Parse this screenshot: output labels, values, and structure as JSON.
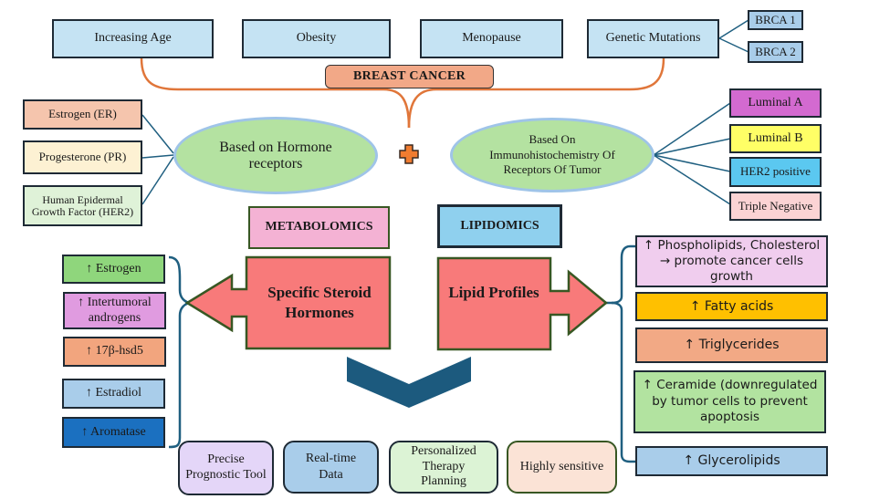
{
  "title": "BREAST CANCER",
  "risk_factors": [
    {
      "label": "Increasing Age"
    },
    {
      "label": "Obesity"
    },
    {
      "label": "Menopause"
    },
    {
      "label": "Genetic Mutations"
    }
  ],
  "genetic_mutations": [
    "BRCA 1",
    "BRCA 2"
  ],
  "classification_left": {
    "label": "Based on Hormone receptors",
    "receptors": [
      {
        "label": "Estrogen (ER)",
        "color": "#f5c5ad"
      },
      {
        "label": "Progesterone (PR)",
        "color": "#fdf1d3"
      },
      {
        "label": "Human Epidermal Growth Factor (HER2)",
        "color": "#dff2d8"
      }
    ]
  },
  "classification_right": {
    "label": "Based On Immunohistochemistry Of Receptors Of Tumor",
    "subtypes": [
      {
        "label": "Luminal A",
        "color": "#d36ad0"
      },
      {
        "label": "Luminal B",
        "color": "#ffff66"
      },
      {
        "label": "HER2 positive",
        "color": "#5bc8f0"
      },
      {
        "label": "Triple Negative",
        "color": "#fbd3d4"
      }
    ]
  },
  "plus_symbol": "plus-icon",
  "metabolomics": {
    "label": "METABOLOMICS",
    "color": "#f4b2d4",
    "arrow_label": "Specific Steroid Hormones",
    "items": [
      {
        "label": "↑ Estrogen",
        "color": "#8fd67c"
      },
      {
        "label": "↑ Intertumoral androgens",
        "color": "#e09be0"
      },
      {
        "label": "↑ 17β-hsd5",
        "color": "#f2a57e"
      },
      {
        "label": "↑ Estradiol",
        "color": "#a9cdea"
      },
      {
        "label": "↑ Aromatase",
        "color": "#1b70c0"
      }
    ]
  },
  "lipidomics": {
    "label": "LIPIDOMICS",
    "color": "#8fd0ee",
    "arrow_label": "Lipid Profiles",
    "items": [
      {
        "label": "↑ Phospholipids, Cholesterol → promote cancer cells growth",
        "color": "#f0cdee"
      },
      {
        "label": "↑ Fatty acids",
        "color": "#ffc000"
      },
      {
        "label": "↑ Triglycerides",
        "color": "#f2a985"
      },
      {
        "label": "↑ Ceramide (downregulated by tumor cells to prevent apoptosis",
        "color": "#b2e3a0"
      },
      {
        "label": "↑ Glycerolipids",
        "color": "#a9cdea"
      }
    ]
  },
  "features": [
    {
      "label": "Precise Prognostic Tool",
      "color": "#e4d6f8"
    },
    {
      "label": "Real-time Data",
      "color": "#a9cdea"
    },
    {
      "label": "Personalized Therapy Planning",
      "color": "#dcf3d5"
    },
    {
      "label": "Highly sensitive",
      "color": "#fbe3d6"
    }
  ],
  "colors": {
    "connector_orange": "#e0763a",
    "connector_teal": "#1f5f80",
    "arrow_fill": "#f87a7a",
    "arrow_border": "#385723",
    "chevron": "#1c5a7e"
  }
}
